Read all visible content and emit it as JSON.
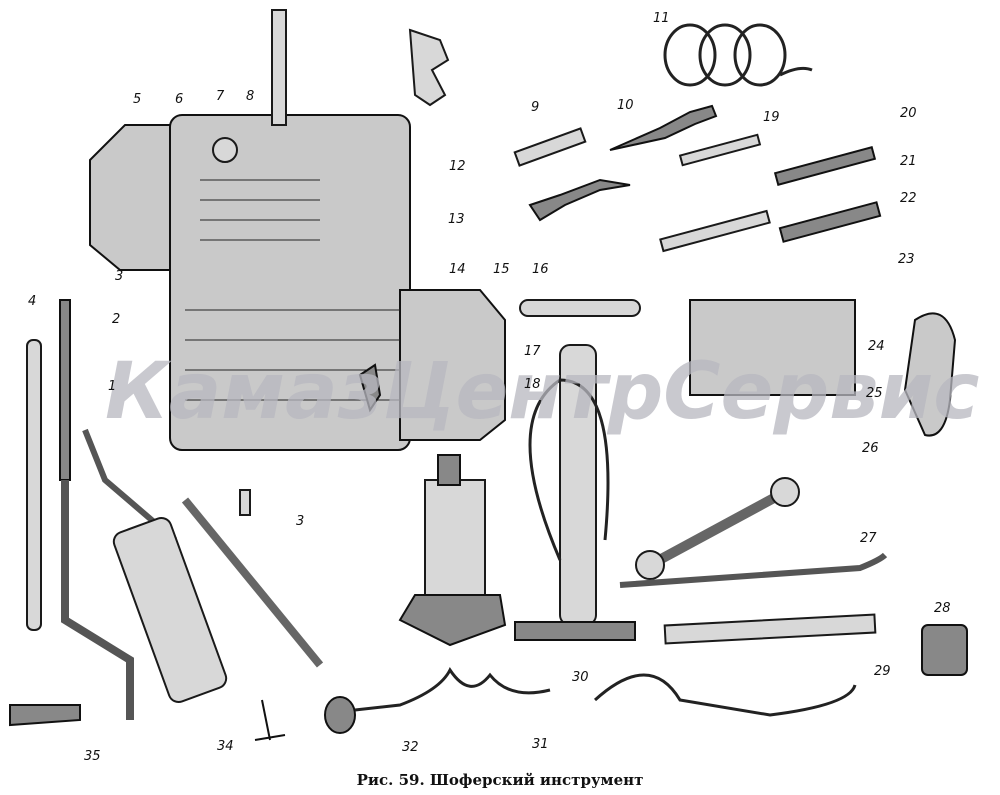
{
  "figure": {
    "caption": "Рис. 59. Шоферский инструмент",
    "watermark": "КамазЦентрСервис",
    "labels": [
      "1",
      "2",
      "3",
      "3",
      "4",
      "5",
      "6",
      "7",
      "8",
      "9",
      "10",
      "11",
      "12",
      "13",
      "14",
      "15",
      "16",
      "17",
      "18",
      "19",
      "20",
      "21",
      "22",
      "23",
      "24",
      "25",
      "26",
      "27",
      "28",
      "29",
      "30",
      "31",
      "32",
      "34",
      "35"
    ]
  }
}
